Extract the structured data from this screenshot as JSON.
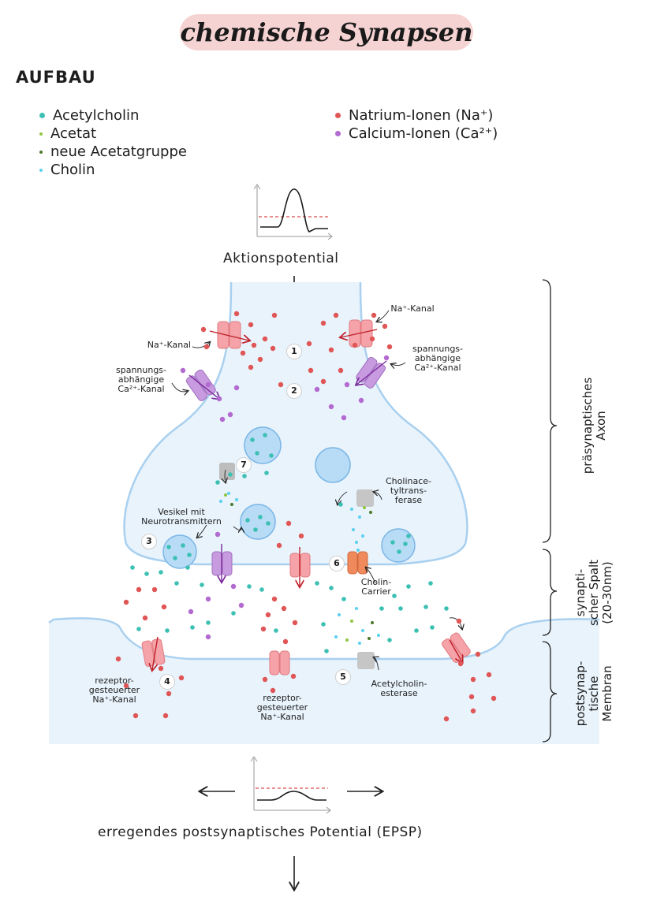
{
  "title": "chemische Synapsen",
  "section_heading": "AUFBAU",
  "legend": {
    "left": [
      {
        "label": "Acetylcholin",
        "color": "#3cc0b4"
      },
      {
        "label": "Acetat",
        "color": "#8ec63f"
      },
      {
        "label": "neue Acetatgruppe",
        "color": "#4a7a2a"
      },
      {
        "label": "Cholin",
        "color": "#5ad0ee"
      }
    ],
    "right": [
      {
        "label": "Natrium-Ionen (Na⁺)",
        "color": "#e05555"
      },
      {
        "label": "Calcium-Ionen (Ca²⁺)",
        "color": "#b36ad0"
      }
    ]
  },
  "labels": {
    "aktionspotential": "Aktionspotential",
    "na_kanal_left": "Na⁺-Kanal",
    "na_kanal_right": "Na⁺-Kanal",
    "ca_kanal_left": [
      "spannungs-",
      "abhängige",
      "Ca²⁺-Kanal"
    ],
    "ca_kanal_right": [
      "spannungs-",
      "abhängige",
      "Ca²⁺-Kanal"
    ],
    "cholinacetyltransferase": [
      "Cholinace-",
      "tyltrans-",
      "ferase"
    ],
    "vesikel": [
      "Vesikel mit",
      "Neurotransmittern"
    ],
    "cholin_carrier": [
      "Cholin-",
      "Carrier"
    ],
    "rezeptor_left": [
      "rezeptor-",
      "gesteuerter",
      "Na⁺-Kanal"
    ],
    "rezeptor_mid": [
      "rezeptor-",
      "gesteuerter",
      "Na⁺-Kanal"
    ],
    "acetylcholinesterase": [
      "Acetylcholin-",
      "esterase"
    ],
    "epsp": "erregendes postsynaptisches Potential (EPSP)"
  },
  "side_labels": {
    "praesynaptisch": [
      "präsynaptisches",
      "Axon"
    ],
    "spalt": [
      "synapti-",
      "scher Spalt",
      "(20-30nm)"
    ],
    "postsynaptisch": [
      "postsynap-",
      "tische",
      "Membran"
    ]
  },
  "steps": [
    "1",
    "2",
    "3",
    "4",
    "5",
    "6",
    "7"
  ],
  "colors": {
    "membrane": "#a9d0ef",
    "cytoplasm": "#e8f3fc",
    "na_channel": "#f5a3a8",
    "ca_channel": "#c89be0",
    "carrier": "#f08a5d",
    "enzyme": "#bdbdbd",
    "threshold": "#d02020"
  }
}
